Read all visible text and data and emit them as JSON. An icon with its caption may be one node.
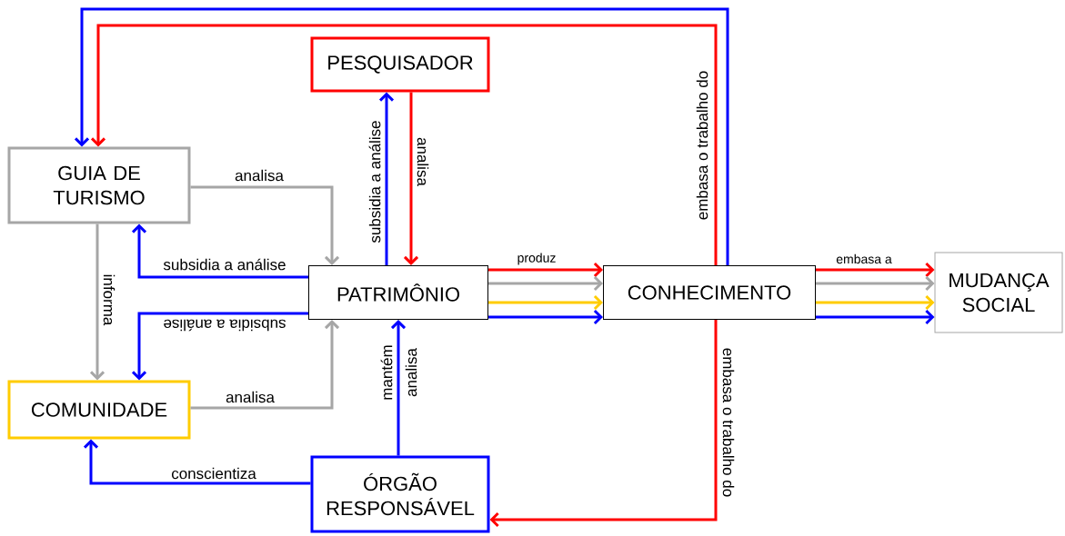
{
  "diagram": {
    "nodes": [
      {
        "text": [
          "PESQUISADOR"
        ]
      },
      {
        "text": [
          "GUIA DE TURISMO"
        ]
      },
      {
        "text": [
          "PATRIMÔNIO"
        ]
      },
      {
        "text": [
          "CONHECIMENTO"
        ]
      },
      {
        "text": [
          "MUDANÇA SOCIAL"
        ]
      },
      {
        "text": [
          "COMUNIDADE"
        ]
      },
      {
        "text": [
          "ÓRGÃO RESPONSÁVEL"
        ]
      }
    ],
    "edges": [
      {
        "from": 1,
        "to": 2,
        "arrow": "to",
        "label": "analisa",
        "color": "#a6a6a6"
      },
      {
        "from": 2,
        "to": 1,
        "arrow": "to",
        "label": "subsidia a análise",
        "color": "#0000ff"
      },
      {
        "from": 2,
        "to": 5,
        "arrow": "to",
        "label": "subsidia a análise",
        "color": "#0000ff"
      },
      {
        "from": 5,
        "to": 2,
        "arrow": "to",
        "label": "analisa",
        "color": "#a6a6a6"
      },
      {
        "from": 1,
        "to": 5,
        "arrow": "to",
        "label": "informa",
        "color": "#a6a6a6"
      },
      {
        "from": 2,
        "to": 0,
        "arrow": "to",
        "label": "subsidia a análise",
        "color": "#0000ff"
      },
      {
        "from": 0,
        "to": 2,
        "arrow": "to",
        "label": "analisa",
        "color": "#ff0000"
      },
      {
        "from": 6,
        "to": 2,
        "arrow": "to",
        "label": "mantém",
        "color": "#0000ff"
      },
      {
        "from": 6,
        "to": 5,
        "arrow": "to",
        "label": "conscientiza",
        "color": "#0000ff"
      },
      {
        "from": 2,
        "to": 3,
        "arrow": "to",
        "label": "produz",
        "color": "#ff0000"
      },
      {
        "from": 2,
        "to": 3,
        "arrow": "to",
        "color": "#a6a6a6"
      },
      {
        "from": 2,
        "to": 3,
        "arrow": "to",
        "color": "#ffcc00"
      },
      {
        "from": 2,
        "to": 3,
        "arrow": "to",
        "color": "#0000ff"
      },
      {
        "from": 3,
        "to": 4,
        "arrow": "to",
        "label": "embasa a",
        "color": "#ff0000"
      },
      {
        "from": 3,
        "to": 4,
        "arrow": "to",
        "color": "#a6a6a6"
      },
      {
        "from": 3,
        "to": 4,
        "arrow": "to",
        "color": "#ffcc00"
      },
      {
        "from": 3,
        "to": 4,
        "arrow": "to",
        "color": "#0000ff"
      },
      {
        "from": 3,
        "to": 1,
        "arrow": "to",
        "label": "embasa o trabalho do",
        "color": "#ff0000"
      },
      {
        "from": 3,
        "to": 1,
        "arrow": "to",
        "color": "#0000ff"
      },
      {
        "from": 3,
        "to": 6,
        "arrow": "to",
        "label": "embasa o trabalho do",
        "color": "#ff0000"
      }
    ],
    "labels": [
      "analisa"
    ]
  }
}
